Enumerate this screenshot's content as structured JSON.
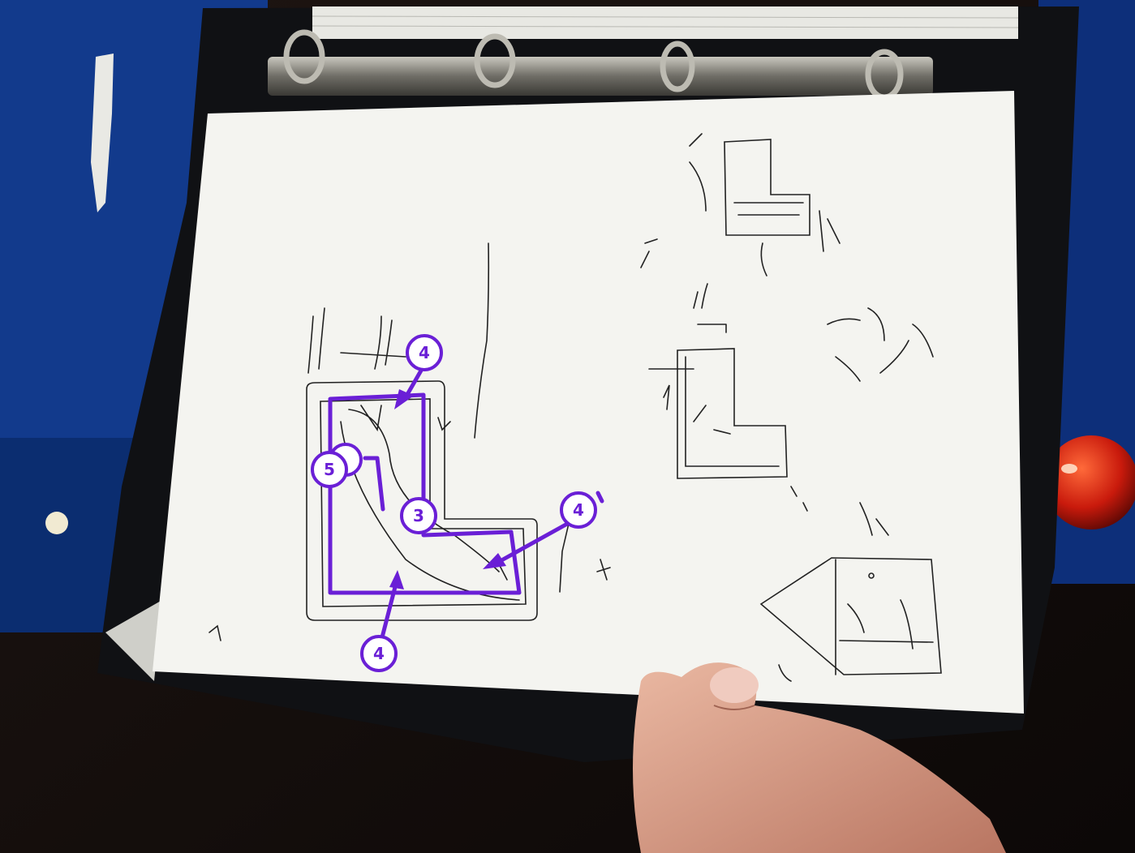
{
  "colors": {
    "annotation": "#6a1fd6",
    "blue_left": "#123a8c",
    "blue_right": "#0d2f7a",
    "binder": "#101114",
    "paper": "#f4f4f0",
    "ink": "#222222",
    "wood": "#1a1210",
    "skin": "#d9a48e"
  },
  "markers": [
    {
      "id": "m5",
      "label": "5"
    },
    {
      "id": "m4_top",
      "label": "4"
    },
    {
      "id": "m3",
      "label": "3"
    },
    {
      "id": "m4_right",
      "label": "4"
    },
    {
      "id": "m4_bottom",
      "label": "4"
    }
  ]
}
